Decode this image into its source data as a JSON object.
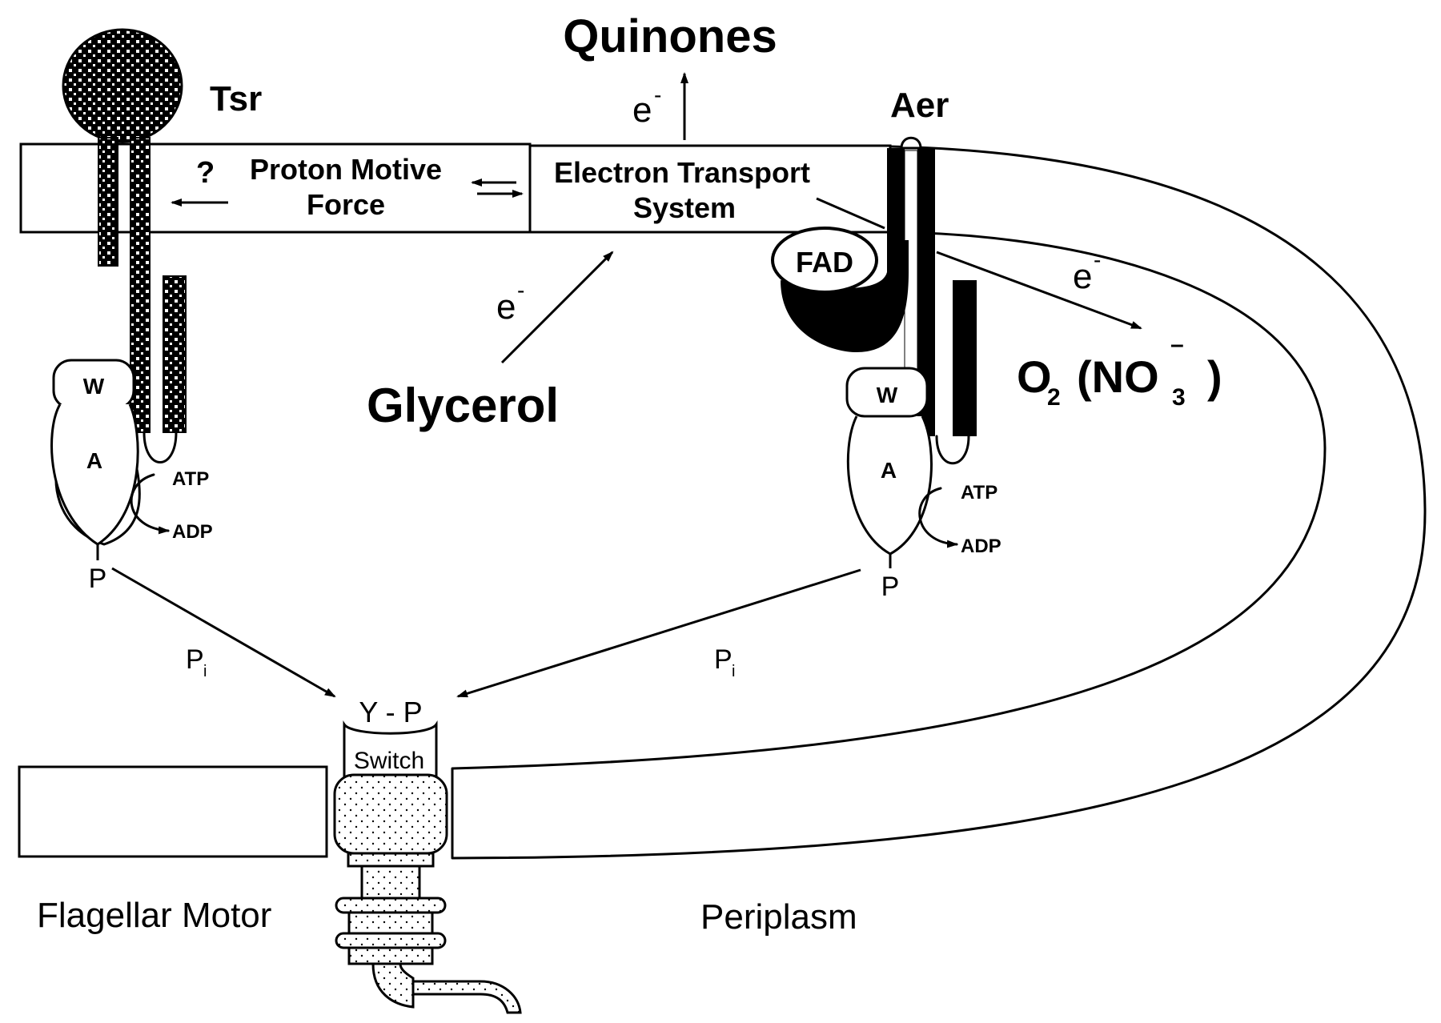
{
  "title": "Aerotaxis and energy taxis signaling via Tsr and Aer",
  "colors": {
    "ink": "#000000",
    "background": "#ffffff"
  },
  "labels": {
    "quinones": "Quinones",
    "tsr": "Tsr",
    "aer": "Aer",
    "pmf_question": "?",
    "pmf_line1": "Proton Motive",
    "pmf_line2": "Force",
    "ets_line1": "Electron Transport",
    "ets_line2": "System",
    "fad": "FAD",
    "glycerol": "Glycerol",
    "electron": "e",
    "electron_charge": "-",
    "oxygen_main": "O",
    "oxygen_sub": "2",
    "nitrate_open": "(NO",
    "nitrate_sub": "3",
    "nitrate_charge": "–",
    "nitrate_close": ")",
    "cheW": "W",
    "cheA": "A",
    "phospho": "P",
    "atp": "ATP",
    "adp": "ADP",
    "pi_main": "P",
    "pi_sub": "i",
    "cheY_p": "Y - P",
    "switch": "Switch",
    "flagellar_motor": "Flagellar Motor",
    "periplasm": "Periplasm"
  }
}
